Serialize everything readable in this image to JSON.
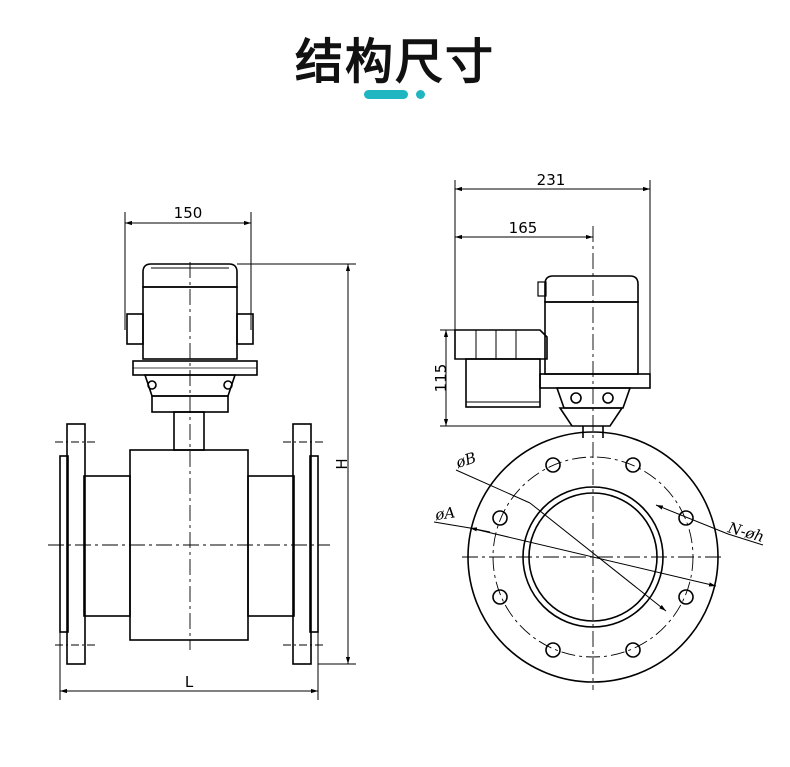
{
  "header": {
    "title": "结构尺寸",
    "accent_color": "#1fb6c1"
  },
  "front_view": {
    "width_dim": "150",
    "length_label": "L",
    "height_label": "H"
  },
  "side_view": {
    "overall_dim": "231",
    "center_dim": "165",
    "height_dim": "115",
    "bolt_circle_label": "øB",
    "outer_diameter_label": "øA",
    "holes_label": "N-øh"
  }
}
